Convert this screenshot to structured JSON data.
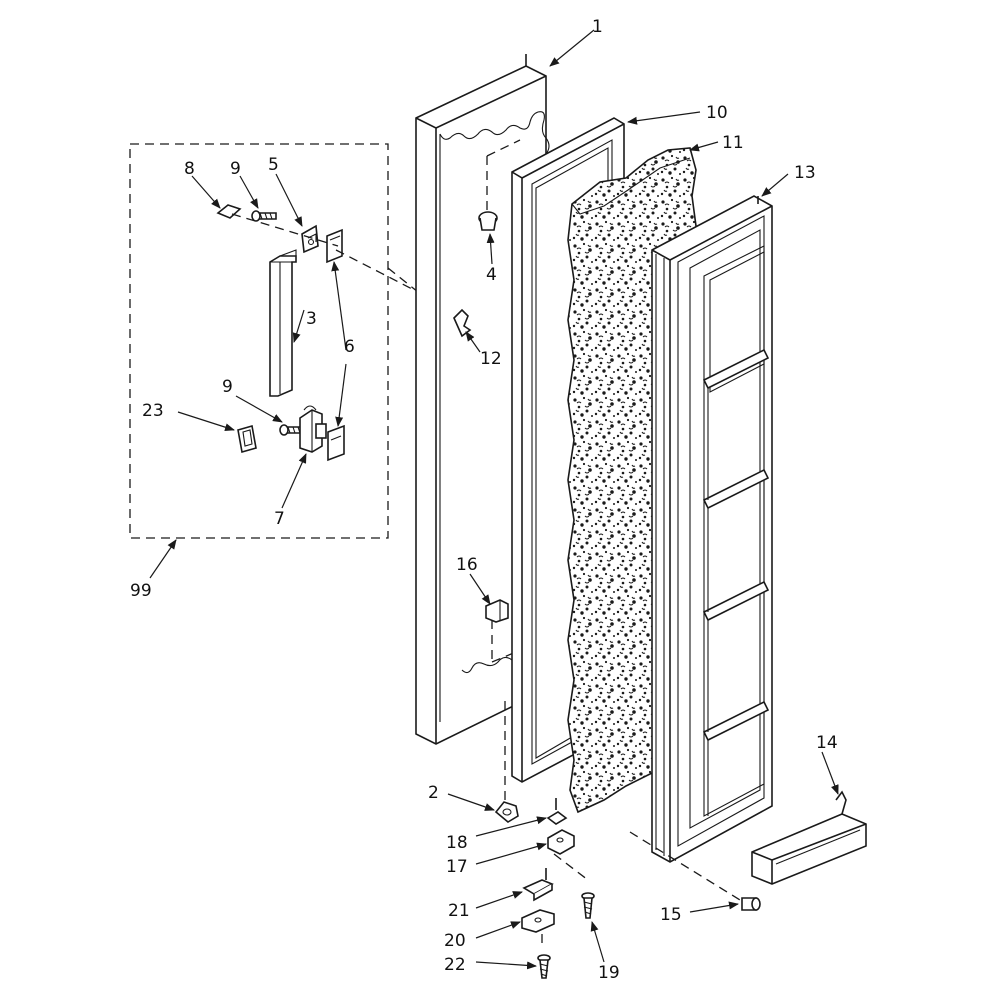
{
  "diagram": {
    "callouts": {
      "c1": "1",
      "c2": "2",
      "c3": "3",
      "c4": "4",
      "c5": "5",
      "c6": "6",
      "c7": "7",
      "c8": "8",
      "c9a": "9",
      "c9b": "9",
      "c10": "10",
      "c11": "11",
      "c12": "12",
      "c13": "13",
      "c14": "14",
      "c15": "15",
      "c16": "16",
      "c17": "17",
      "c18": "18",
      "c19": "19",
      "c20": "20",
      "c21": "21",
      "c22": "22",
      "c23": "23",
      "c99": "99"
    }
  }
}
